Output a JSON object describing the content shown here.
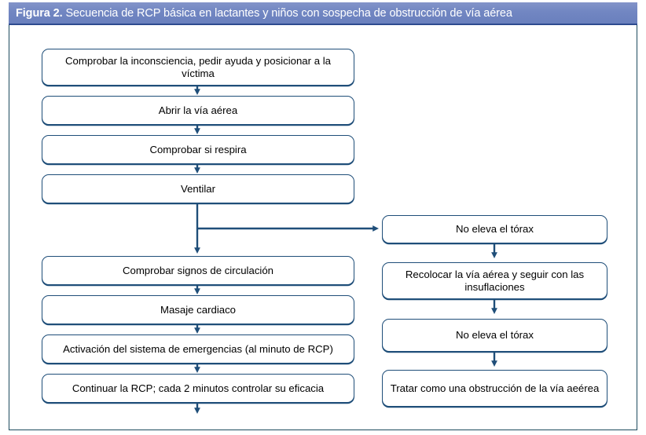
{
  "figure": {
    "caption_lead": "Figura 2.",
    "caption_rest": " Secuencia de RCP básica en lactantes y niños con sospecha de obstrucción de vía aérea",
    "border_color": "#1d4a5e",
    "header_color": "#7186c2",
    "node_border_color": "#1f4e79",
    "arrow_color": "#1f4e79"
  },
  "flow": {
    "left_column": [
      {
        "id": "check-consciousness",
        "label": "Comprobar la inconsciencia, pedir ayuda y posicionar a la víctima"
      },
      {
        "id": "open-airway",
        "label": "Abrir la vía aérea"
      },
      {
        "id": "check-breathing",
        "label": "Comprobar si respira"
      },
      {
        "id": "ventilate",
        "label": "Ventilar"
      },
      {
        "id": "check-circulation",
        "label": "Comprobar signos de circulación"
      },
      {
        "id": "cardiac-massage",
        "label": "Masaje cardiaco"
      },
      {
        "id": "activate-emergency",
        "label": "Activación del sistema de emergencias (al minuto de RCP)"
      },
      {
        "id": "continue-cpr",
        "label": "Continuar la RCP; cada 2 minutos controlar su eficacia"
      }
    ],
    "right_column": [
      {
        "id": "chest-not-rising-1",
        "label": "No eleva el tórax"
      },
      {
        "id": "reposition-airway",
        "label": "Recolocar la vía aérea y seguir con las insuflaciones"
      },
      {
        "id": "chest-not-rising-2",
        "label": "No eleva el tórax"
      },
      {
        "id": "treat-obstruction",
        "label": "Tratar como una obstrucción de la vía aeérea"
      }
    ]
  }
}
